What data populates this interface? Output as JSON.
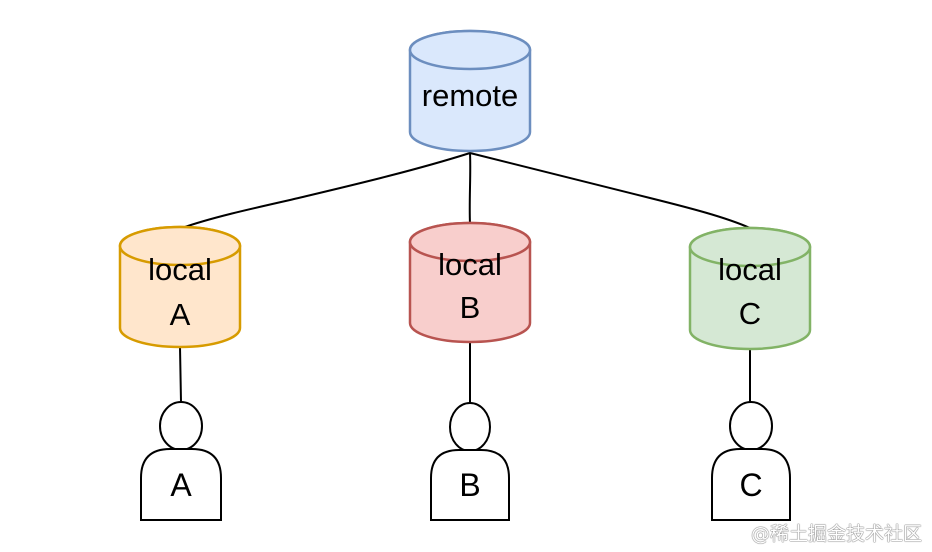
{
  "remote": {
    "label": "remote",
    "fill": "#dae8fc",
    "stroke": "#6c8ebf"
  },
  "locals": [
    {
      "line1": "local",
      "line2": "A",
      "fill": "#ffe6cc",
      "stroke": "#d79b00"
    },
    {
      "line1": "local",
      "line2": "B",
      "fill": "#f8cecc",
      "stroke": "#b85450"
    },
    {
      "line1": "local",
      "line2": "C",
      "fill": "#d5e8d4",
      "stroke": "#82b366"
    }
  ],
  "users": [
    {
      "label": "A"
    },
    {
      "label": "B"
    },
    {
      "label": "C"
    }
  ],
  "watermark": "@稀土掘金技术社区"
}
